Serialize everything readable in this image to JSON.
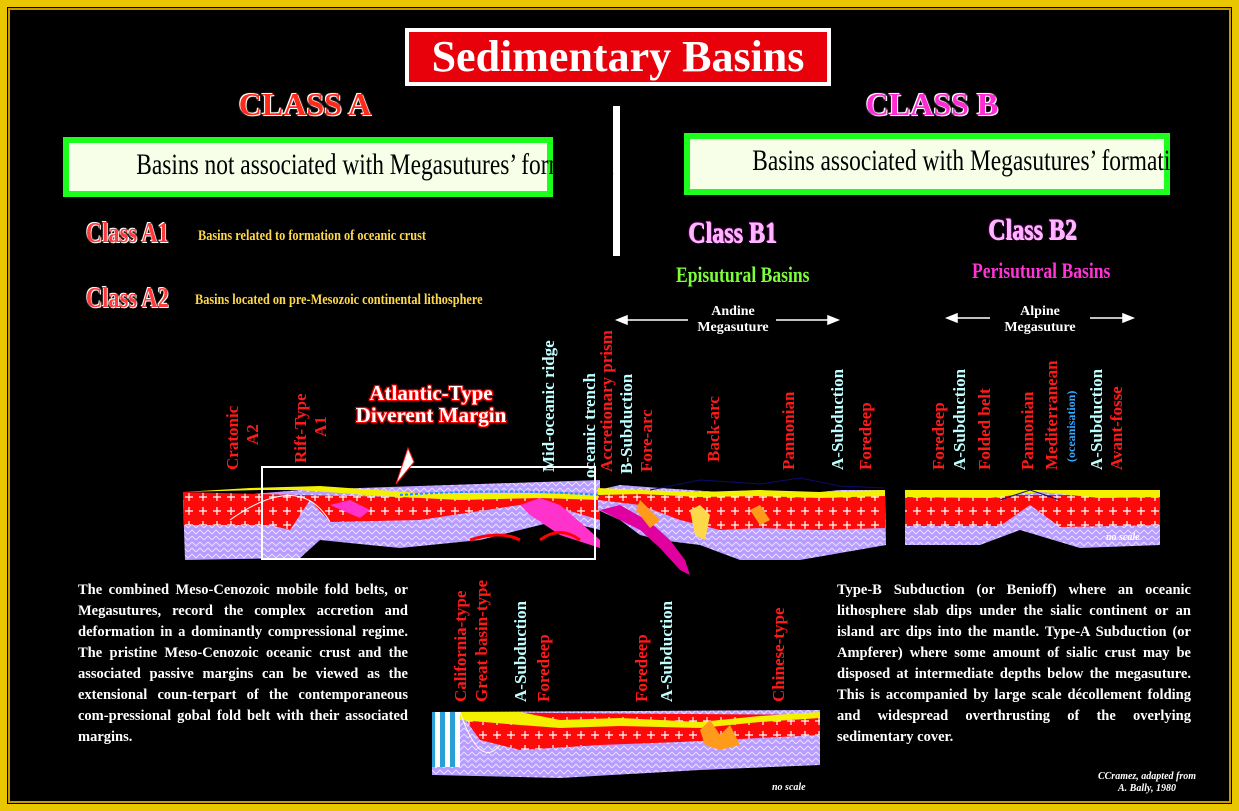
{
  "title": "Sedimentary Basins",
  "class_a": {
    "heading": "CLASS A",
    "box": "Basins not associated with Megasutures’ formation",
    "a1": {
      "label": "Class A1",
      "desc": "Basins related to formation of oceanic crust"
    },
    "a2": {
      "label": "Class A2",
      "desc": "Basins located on pre-Mesozoic continental lithosphere"
    }
  },
  "class_b": {
    "heading": "CLASS B",
    "box": "Basins associated with Megasutures’ formation",
    "b1": {
      "label": "Class B1",
      "sub": "Episutural Basins"
    },
    "b2": {
      "label": "Class B2",
      "sub": "Perisutural Basins"
    }
  },
  "megasutures": {
    "andine_1": "Andine",
    "andine_2": "Megasuture",
    "alpine_1": "Alpine",
    "alpine_2": "Megasuture"
  },
  "atlantic": {
    "line1": "Atlantic-Type",
    "line2": "Diverent Margin"
  },
  "top_labels": {
    "cratonic": "Cratonic",
    "a2": "A2",
    "rift": "Rift-Type",
    "a1": "A1",
    "mid_ridge": "Mid-oceanic ridge",
    "oceanic_trench": "oceanic trench",
    "accretionary": "Accretionary prism",
    "b_subduction": "B-Subduction",
    "fore_arc": "Fore-arc",
    "back_arc": "Back-arc",
    "pannonian": "Pannonian",
    "a_subduction": "A-Subduction",
    "foredeep": "Foredeep",
    "foredeep2": "Foredeep",
    "a_subduction2": "A-Subduction",
    "folded_belt": "Folded belt",
    "pannonian2": "Pannonian",
    "mediterranean": "Mediterranean",
    "oceanisation": "(oceanisation)",
    "a_subduction3": "A-Subduction",
    "avant_fosse": "Avant-fosse"
  },
  "bottom_labels": {
    "california": "California-type",
    "great_basin": "Great basin-type",
    "a_subduction": "A-Subduction",
    "foredeep": "Foredeep",
    "foredeep2": "Foredeep",
    "a_subduction2": "A-Subduction",
    "chinese": "Chinese-type"
  },
  "no_scale_1": "no scale",
  "no_scale_2": "no scale",
  "left_text": "The combined Meso-Cenozoic mobile fold belts, or Megasutures, record the complex accretion and deformation in a dominantly compressional regime. The pristine Meso-Cenozoic oceanic crust and the associated passive margins can be viewed as the extensional coun-terpart of the contemporaneous com-pressional gobal fold belt with their associated margins.",
  "right_text": "Type-B Subduction (or Benioff) where an oceanic lithosphere slab dips under the sialic continent or an island arc dips into the mantle. Type-A Subduction (or Ampferer) where some amount of sialic crust may be disposed at intermediate depths below the megasuture. This is accompanied by large scale décollement folding and widespread overthrusting of the overlying sedimentary cover.",
  "credit_1": "CCramez, adapted from",
  "credit_2": "A. Bally, 1980",
  "colors": {
    "frame": "#e8c600",
    "title_bg": "#e8000b",
    "crust_red": "#ff0a0a",
    "mantle_purple": "#b89cff",
    "sediment_yellow": "#f3f000",
    "green_border": "#1cff1c"
  }
}
